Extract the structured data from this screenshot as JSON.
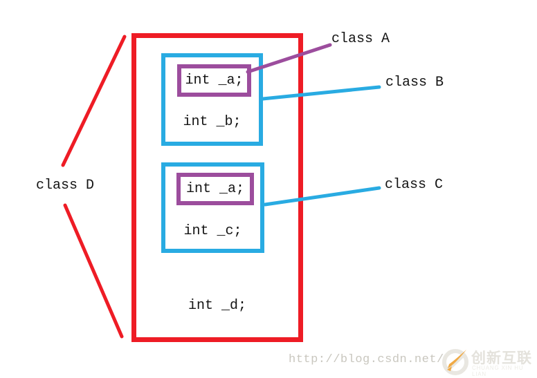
{
  "colors": {
    "background": "#ffffff",
    "red": "#ee1c25",
    "blue": "#29abe2",
    "purple": "#9c4d9d",
    "text": "#141414",
    "watermark-url": "#c9c7bf",
    "watermark-cn": "#e4e2dc",
    "watermark-pinyin": "#edece6",
    "logo-gray": "#e9e7e1",
    "logo-orange": "#f0aa45"
  },
  "diagram": {
    "class_a": {
      "label": "class A"
    },
    "class_b": {
      "label": "class B",
      "member": "int _b;",
      "embedded_a_member": "int _a;"
    },
    "class_c": {
      "label": "class C",
      "member": "int _c;",
      "embedded_a_member": "int _a;"
    },
    "class_d": {
      "label": "class D",
      "member": "int _d;"
    }
  },
  "watermark": {
    "url": "http://blog.csdn.net/",
    "logo_text": "创新互联",
    "logo_subtext": "CHUANG XIN HU LIAN"
  }
}
